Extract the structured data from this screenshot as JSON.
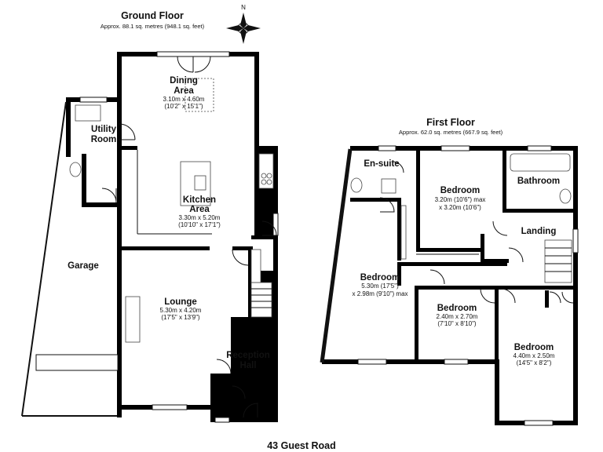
{
  "compass": {
    "north_label": "N"
  },
  "ground_floor": {
    "title": "Ground Floor",
    "area": "Approx. 88.1 sq. metres (948.1 sq. feet)",
    "rooms": {
      "dining": {
        "name_line1": "Dining",
        "name_line2": "Area",
        "dim_metric": "3.10m x 4.60m",
        "dim_imperial": "(10'2\" x 15'1\")"
      },
      "kitchen": {
        "name_line1": "Kitchen",
        "name_line2": "Area",
        "dim_metric": "3.30m x 5.20m",
        "dim_imperial": "(10'10\" x 17'1\")"
      },
      "utility": {
        "name_line1": "Utility",
        "name_line2": "Room"
      },
      "garage": {
        "name": "Garage"
      },
      "lounge": {
        "name": "Lounge",
        "dim_metric": "5.30m x 4.20m",
        "dim_imperial": "(17'5\" x 13'9\")"
      },
      "reception": {
        "name_line1": "Reception",
        "name_line2": "Hall"
      }
    }
  },
  "first_floor": {
    "title": "First Floor",
    "area": "Approx. 62.0 sq. metres (667.9 sq. feet)",
    "rooms": {
      "ensuite": {
        "name": "En-suite"
      },
      "bedroom_1": {
        "name": "Bedroom",
        "dim_line1": "3.20m (10'6\") max",
        "dim_line2": "x 3.20m (10'6\")"
      },
      "bathroom": {
        "name": "Bathroom"
      },
      "landing": {
        "name": "Landing"
      },
      "bedroom_2": {
        "name": "Bedroom",
        "dim_line1": "5.30m (17'5\")",
        "dim_line2": "x 2.98m (9'10\") max"
      },
      "bedroom_3": {
        "name": "Bedroom",
        "dim_metric": "2.40m x 2.70m",
        "dim_imperial": "(7'10\" x 8'10\")"
      },
      "bedroom_4": {
        "name": "Bedroom",
        "dim_metric": "4.40m x 2.50m",
        "dim_imperial": "(14'5\" x 8'2\")"
      }
    }
  },
  "address": "43 Guest Road"
}
